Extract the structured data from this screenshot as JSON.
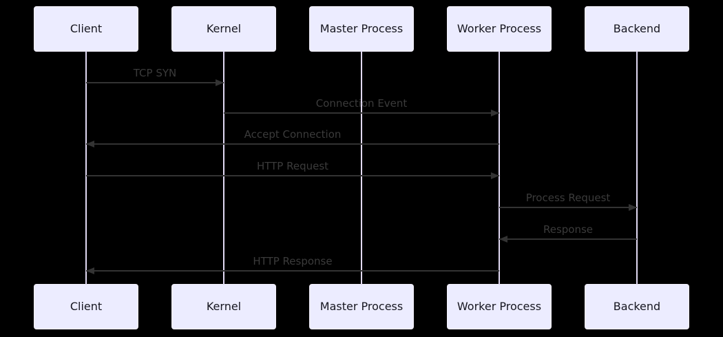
{
  "diagram": {
    "type": "sequence",
    "actors": [
      {
        "id": "client",
        "label": "Client"
      },
      {
        "id": "kernel",
        "label": "Kernel"
      },
      {
        "id": "master",
        "label": "Master Process"
      },
      {
        "id": "worker",
        "label": "Worker Process"
      },
      {
        "id": "backend",
        "label": "Backend"
      }
    ],
    "messages": [
      {
        "label": "TCP SYN",
        "from": "client",
        "to": "kernel",
        "style": "solid"
      },
      {
        "label": "Connection Event",
        "from": "kernel",
        "to": "worker",
        "style": "solid"
      },
      {
        "label": "Accept Connection",
        "from": "worker",
        "to": "client",
        "style": "solid"
      },
      {
        "label": "HTTP Request",
        "from": "client",
        "to": "worker",
        "style": "solid"
      },
      {
        "label": "Process Request",
        "from": "worker",
        "to": "backend",
        "style": "solid"
      },
      {
        "label": "Response",
        "from": "backend",
        "to": "worker",
        "style": "solid"
      },
      {
        "label": "HTTP Response",
        "from": "worker",
        "to": "client",
        "style": "solid"
      }
    ],
    "colors": {
      "background": "#000000",
      "actor_fill": "#ECECFF",
      "actor_border": "#F2EFFB",
      "actor_text": "#16161f",
      "lifeline": "#E2DAF4",
      "arrow": "#333333",
      "message_text": "#3b3b3b"
    }
  }
}
